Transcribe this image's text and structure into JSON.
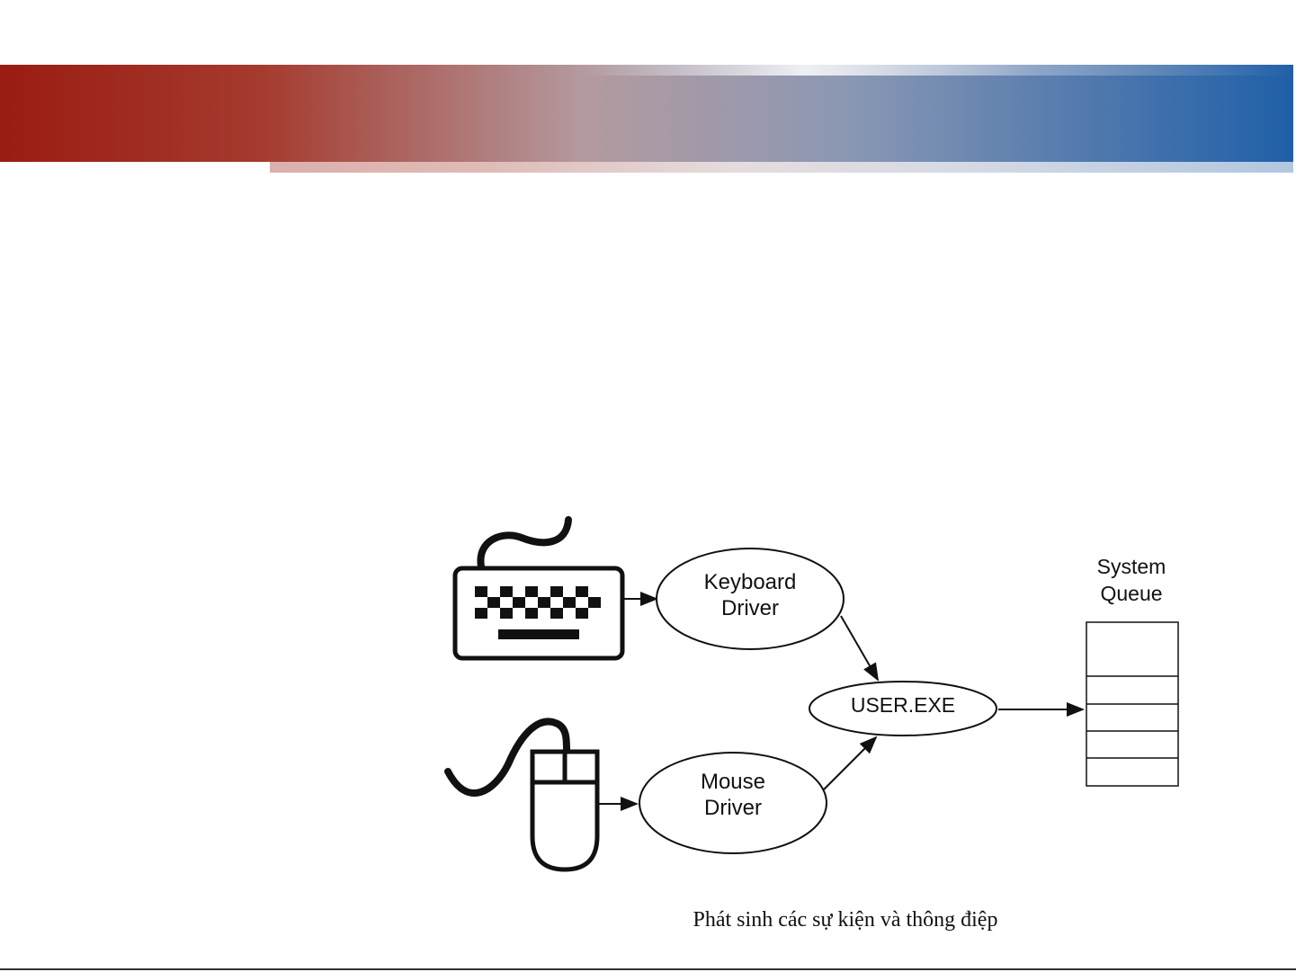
{
  "header": {
    "gradient_start": "#9a1c12",
    "gradient_mid": "#b89a9e",
    "gradient_end": "#1f5fa8"
  },
  "diagram": {
    "keyboard_driver": {
      "line1": "Keyboard",
      "line2": "Driver"
    },
    "mouse_driver": {
      "line1": "Mouse",
      "line2": "Driver"
    },
    "user_exe": "USER.EXE",
    "system_queue": {
      "line1": "System",
      "line2": "Queue"
    }
  },
  "caption": "Phát sinh các sự kiện và thông điệp"
}
